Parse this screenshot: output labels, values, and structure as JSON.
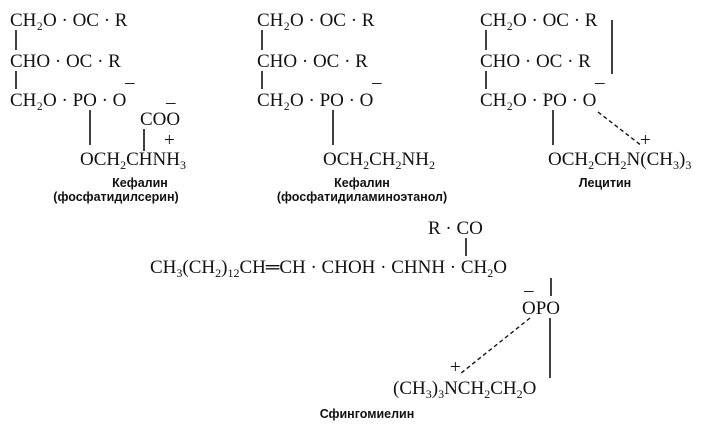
{
  "cephalin_serine": {
    "row1": "CH₂O · OC · R",
    "row2": "CHO · OC · R",
    "row3": "CH₂O · PO · O",
    "minus_top": "–",
    "coo": "COO",
    "coo_minus": "–",
    "plus": "+",
    "row4_pre": "OCH",
    "row4_sub": "2",
    "row4_post": "CHNH",
    "row4_sub2": "3",
    "caption_1": "Кефалин",
    "caption_2": "(фосфатидилсерин)"
  },
  "cephalin_ethanolamine": {
    "row1": "CH₂O · OC · R",
    "row2": "CHO · OC · R",
    "row3": "CH₂O · PO · O",
    "minus_top": "–",
    "row4_pre": "OCH",
    "row4_sub": "2",
    "row4_mid": "CH",
    "row4_sub2": "2",
    "row4_post": "NH",
    "row4_sub3": "2",
    "caption_1": "Кефалин",
    "caption_2": "(фосфатидиламиноэтанол)"
  },
  "lecithin": {
    "row1": "CH₂O · OC · R",
    "row2": "CHO · OC · R",
    "row3": "CH₂O · PO · O",
    "minus_top": "–",
    "plus": "+",
    "row4_pre": "OCH",
    "row4_sub": "2",
    "row4_mid": "CH",
    "row4_sub2": "2",
    "row4_post": "N(CH",
    "row4_sub3": "3",
    "row4_end": ")",
    "row4_sub4": "3",
    "caption": "Лецитин"
  },
  "sphingomyelin": {
    "rco": "R · CO",
    "chain_pre": "CH",
    "chain_sub1": "3",
    "chain_mid1": "(CH",
    "chain_sub2": "2",
    "chain_mid2": ")",
    "chain_sub3": "12",
    "chain_post": "CH═CH · CHOH · CHNH · CH",
    "chain_sub4": "2",
    "chain_end": "O",
    "minus": "–",
    "opo": "OPO",
    "plus": "+",
    "bottom_pre": "(CH",
    "bottom_sub1": "3",
    "bottom_mid": ")",
    "bottom_sub2": "3",
    "bottom_post": "NCH",
    "bottom_sub3": "2",
    "bottom_end": "CH",
    "bottom_sub4": "2",
    "bottom_last": "O",
    "caption": "Сфингомиелин"
  }
}
